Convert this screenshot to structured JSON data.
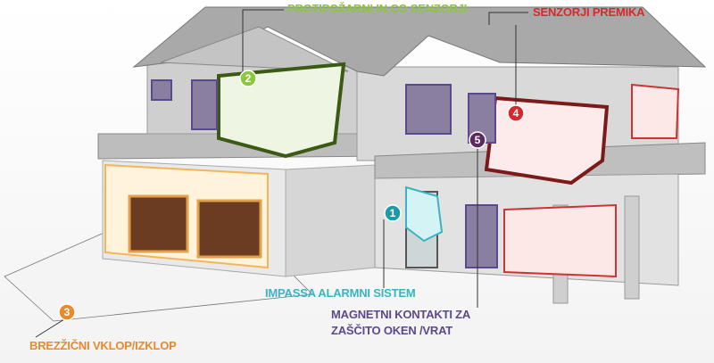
{
  "colors": {
    "fire": "#8dc63f",
    "motion": "#d7282f",
    "alarm": "#3bb3c3",
    "magnetic": "#5b4a8b",
    "wireless": "#e8892b"
  },
  "labels": {
    "fire": "PROTIPOŽARNI IN CO SENZORJI",
    "motion": "SENZORJI PREMIKA",
    "alarm": "IMPASSA ALARMNI SISTEM",
    "magnetic_line1": "MAGNETNI KONTAKTI ZA",
    "magnetic_line2": "ZAŠČITO OKEN /VRAT",
    "wireless": "BREZŽIČNI VKLOP/IZKLOP"
  },
  "markers": {
    "alarm": "1",
    "fire": "2",
    "wireless": "3",
    "motion": "4",
    "magnetic": "5"
  }
}
